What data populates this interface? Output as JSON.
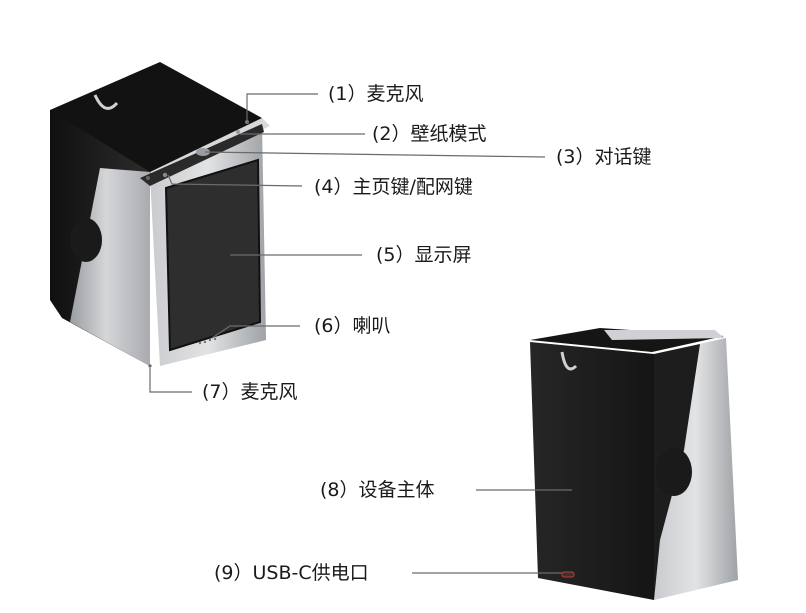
{
  "labels": [
    {
      "id": "l1",
      "text": "(1）麦克风"
    },
    {
      "id": "l2",
      "text": "(2）壁纸模式"
    },
    {
      "id": "l3",
      "text": "(3）对话键"
    },
    {
      "id": "l4",
      "text": "(4）主页键/配网键"
    },
    {
      "id": "l5",
      "text": "(5）显示屏"
    },
    {
      "id": "l6",
      "text": "(6）喇叭"
    },
    {
      "id": "l7",
      "text": "(7）麦克风"
    },
    {
      "id": "l8",
      "text": "(8）设备主体"
    },
    {
      "id": "l9",
      "text": "(9）USB-C供电口"
    }
  ],
  "colors": {
    "shell_black": "#1c1c1c",
    "panel_silver": "#b9bcc0",
    "screen": "#2b2b2b",
    "leader": "#6b6b6b",
    "usb_accent": "#d0342c"
  }
}
